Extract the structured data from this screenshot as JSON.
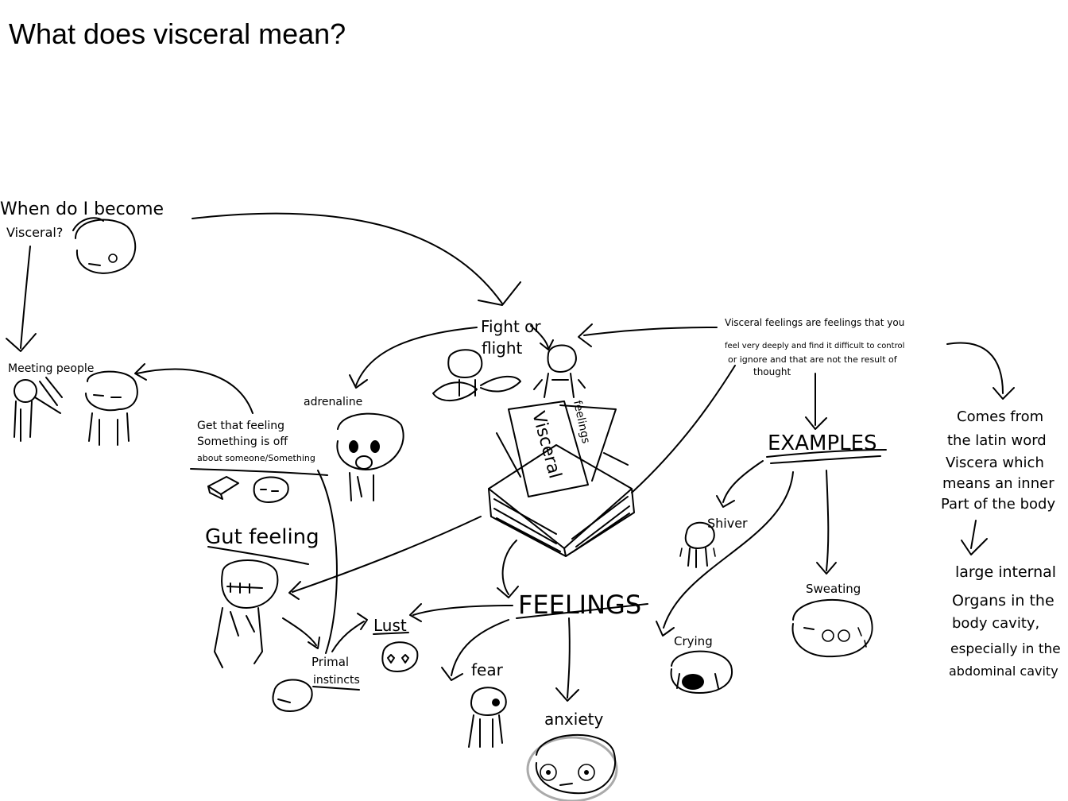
{
  "title": "What does visceral mean?",
  "center": {
    "label": "Visceral",
    "label_alt": "feelings"
  },
  "notes": {
    "when": [
      "When do I become",
      "Visceral?"
    ],
    "meeting_people": "Meeting people",
    "get_feeling": [
      "Get that feeling",
      "Something is off",
      "about someone/Something"
    ],
    "gut_feeling": "Gut feeling",
    "primal": [
      "Primal",
      "instincts"
    ],
    "adrenaline": "adrenaline",
    "fight_or": "Fight or",
    "flight": "flight",
    "definition": [
      "Visceral feelings are feelings that you",
      "feel very deeply and find it difficult to control",
      "or ignore and that are not the result of",
      "thought"
    ],
    "examples": "EXAMPLES",
    "shiver": "Shiver",
    "sweating": "Sweating",
    "crying": "Crying",
    "feelings": "FEELINGS",
    "lust": "Lust",
    "fear": "fear",
    "anxiety": "anxiety",
    "latin": [
      "Comes from",
      "the latin word",
      "Viscera which",
      "means an inner",
      "Part of the body"
    ],
    "organs": [
      "large internal",
      "Organs in the",
      "body cavity,",
      "especially in the",
      "abdominal cavity"
    ]
  }
}
